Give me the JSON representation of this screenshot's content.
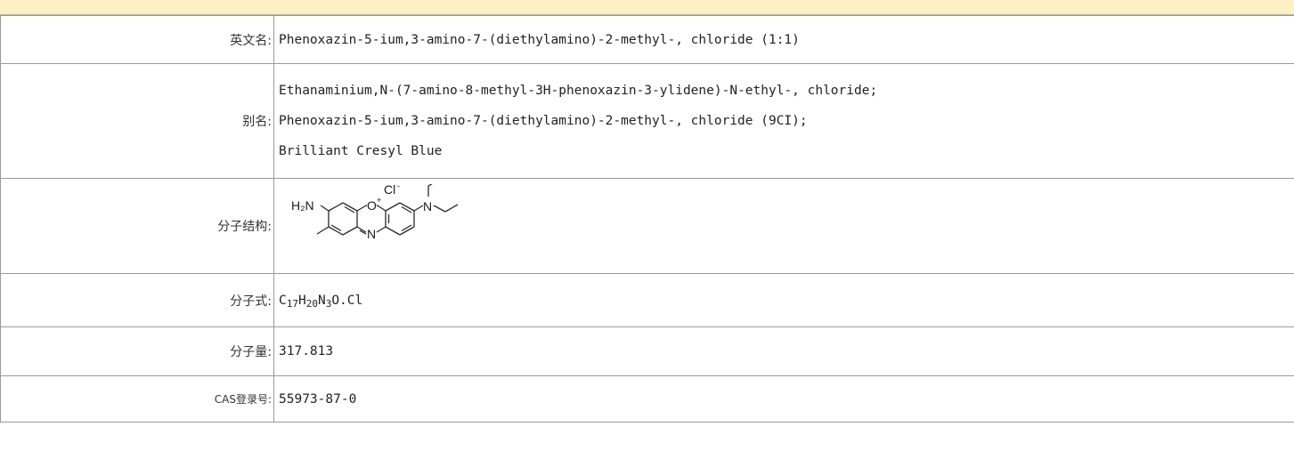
{
  "rows": {
    "english_name": {
      "label": "英文名:",
      "value": "Phenoxazin-5-ium,3-amino-7-(diethylamino)-2-methyl-, chloride (1:1)"
    },
    "aliases": {
      "label": "别名:",
      "values": [
        "Ethanaminium,N-(7-amino-8-methyl-3H-phenoxazin-3-ylidene)-N-ethyl-, chloride;",
        "Phenoxazin-5-ium,3-amino-7-(diethylamino)-2-methyl-, chloride (9CI);",
        "Brilliant Cresyl Blue"
      ]
    },
    "structure": {
      "label": "分子结构:",
      "atoms": {
        "chloride": "Cl",
        "chloride_charge": "-",
        "amine": "H₂N",
        "ring_oxygen": "O",
        "oxygen_charge": "+",
        "amine_n": "N",
        "ring_n": "N"
      }
    },
    "formula": {
      "label": "分子式:",
      "parts": [
        "C",
        "17",
        "H",
        "20",
        "N",
        "3",
        "O.Cl"
      ]
    },
    "weight": {
      "label": "分子量:",
      "value": "317.813"
    },
    "cas": {
      "label": "CAS登录号:",
      "value": "55973-87-0"
    }
  },
  "colors": {
    "header_bar": "#fdf0c2",
    "border": "#9a9a9a",
    "bond": "#2a2a2a"
  }
}
